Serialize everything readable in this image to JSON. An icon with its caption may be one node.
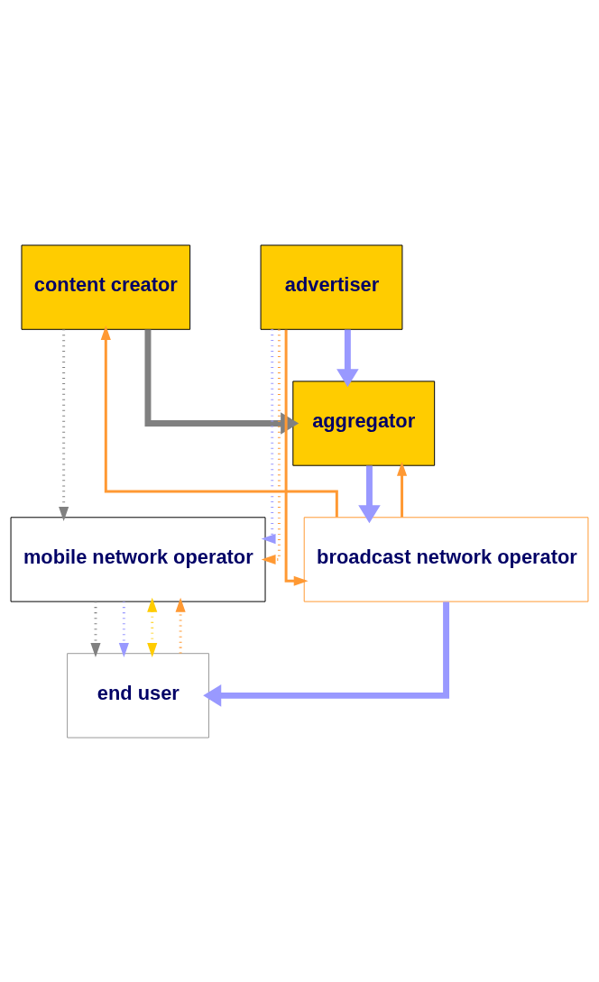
{
  "diagram": {
    "nodes": [
      {
        "text": [
          "content creator"
        ]
      },
      {
        "text": [
          "advertiser"
        ]
      },
      {
        "text": [
          "aggregator"
        ]
      },
      {
        "text": [
          "broadcast network operator"
        ]
      },
      {
        "text": [
          "mobile network operator"
        ]
      },
      {
        "text": [
          "end user"
        ]
      }
    ],
    "edges": [
      {
        "from": 0,
        "to": 2,
        "arrow": "to",
        "style": "thick",
        "color": "#808080"
      },
      {
        "from": 1,
        "to": 2,
        "arrow": "to",
        "style": "thick",
        "color": "#9999ff"
      },
      {
        "from": 0,
        "to": 4,
        "arrow": "to",
        "style": "dashed",
        "color": "#808080"
      },
      {
        "from": 1,
        "to": 3,
        "arrow": "to",
        "color": "#ff9933"
      },
      {
        "from": 1,
        "to": 4,
        "arrow": "to",
        "style": "dashed",
        "color": "#9999ff"
      },
      {
        "from": 1,
        "to": 4,
        "arrow": "to",
        "style": "dashed",
        "color": "#ff9933"
      },
      {
        "from": 3,
        "to": 0,
        "arrow": "to",
        "color": "#ff9933"
      },
      {
        "from": 3,
        "to": 2,
        "arrow": "to",
        "color": "#ff9933"
      },
      {
        "from": 2,
        "to": 3,
        "arrow": "to",
        "style": "thick",
        "color": "#9999ff"
      },
      {
        "from": 3,
        "to": 5,
        "arrow": "to",
        "style": "thick",
        "color": "#9999ff"
      },
      {
        "from": 4,
        "to": 5,
        "arrow": "to",
        "style": "dashed",
        "color": "#808080"
      },
      {
        "from": 5,
        "to": 4,
        "arrow": "both",
        "style": "dashed",
        "color": "#ffcc00"
      },
      {
        "from": 4,
        "to": 5,
        "arrow": "to",
        "style": "dashed",
        "color": "#9999ff"
      },
      {
        "from": 5,
        "to": 4,
        "arrow": "to",
        "style": "dashed",
        "color": "#ff9933"
      }
    ]
  }
}
